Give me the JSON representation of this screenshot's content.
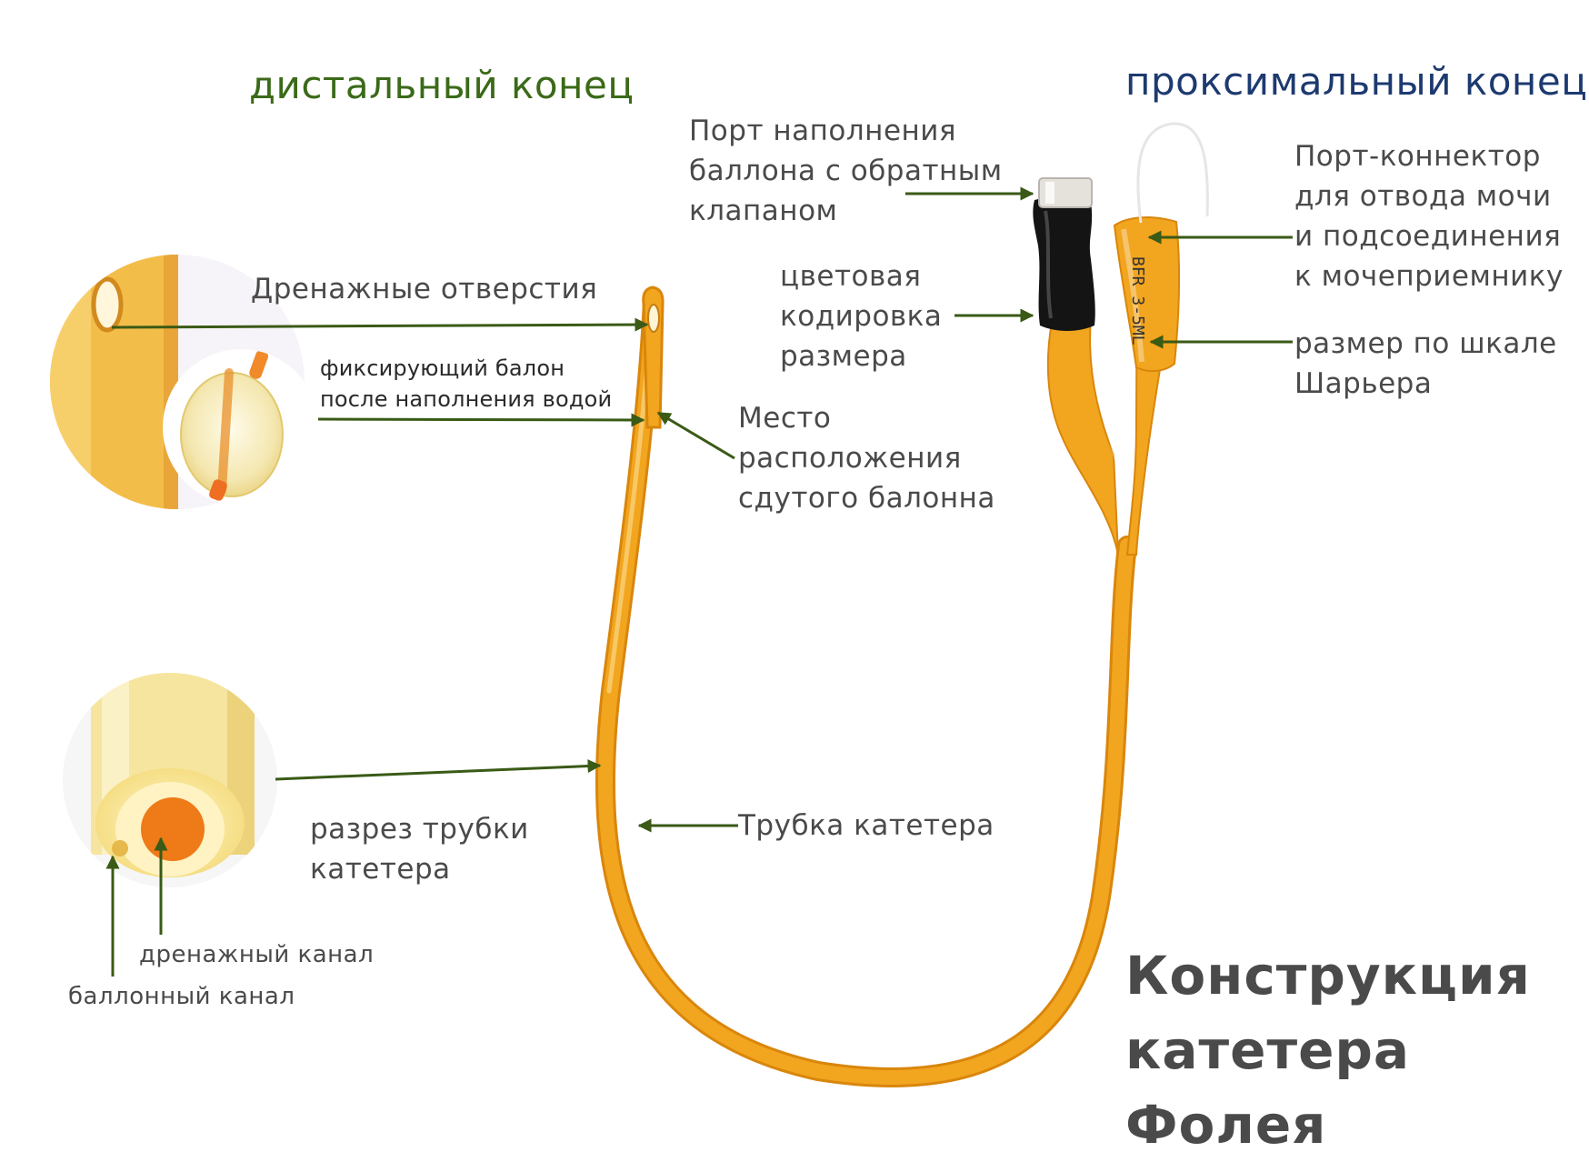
{
  "headings": {
    "distal": "дистальный конец",
    "proximal": "проксимальный конец"
  },
  "title": "Конструкция\nкатетера Фолея",
  "labels": {
    "balloon_port": "Порт наполнения\nбаллона с обратным\nклапаном",
    "drain_port": "Порт-коннектор\nдля отвода мочи\nи подсоединения\nк мочеприемнику",
    "color_code": "цветовая\nкодировка\nразмера",
    "charriere": "размер по шкале\nШарьера",
    "drain_holes": "Дренажные отверстия",
    "fixing_balloon": "фиксирующий  балон\nпосле наполнения водой",
    "deflated_balloon": "Место\nрасположения\nсдутого балонна",
    "cross_section": "разрез трубки\nкатетера",
    "tube": "Трубка катетера",
    "drain_channel": "дренажный канал",
    "balloon_channel": "баллонный канал"
  },
  "product_marking": "BFR 3-5ML",
  "colors": {
    "catheter": "#f2a51e",
    "catheter_dark": "#d9860c",
    "leader": "#3a5a16",
    "distal_heading": "#3b6a18",
    "proximal_heading": "#1d3a70",
    "text": "#4a4a4a"
  },
  "icons": {
    "valve_cap": "valve-cap-icon",
    "color_sleeve": "color-sleeve-icon"
  }
}
